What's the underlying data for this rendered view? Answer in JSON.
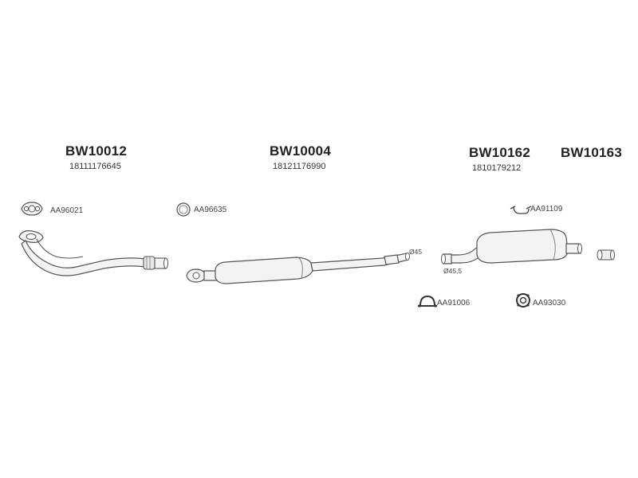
{
  "parts": [
    {
      "code": "BW10012",
      "oem": "18111176645"
    },
    {
      "code": "BW10004",
      "oem": "18121176990"
    },
    {
      "code": "BW10162",
      "oem": "1810179212"
    },
    {
      "code": "BW10163",
      "oem": ""
    }
  ],
  "accessories": {
    "gasket_front": "AA96021",
    "ring_gasket": "AA96635",
    "hanger_rear": "AA91109",
    "clamp": "AA91006",
    "rubber_mount": "AA93030"
  },
  "dimensions": {
    "pipe_diameter_1": "Ø45",
    "pipe_diameter_2": "Ø45,5"
  }
}
